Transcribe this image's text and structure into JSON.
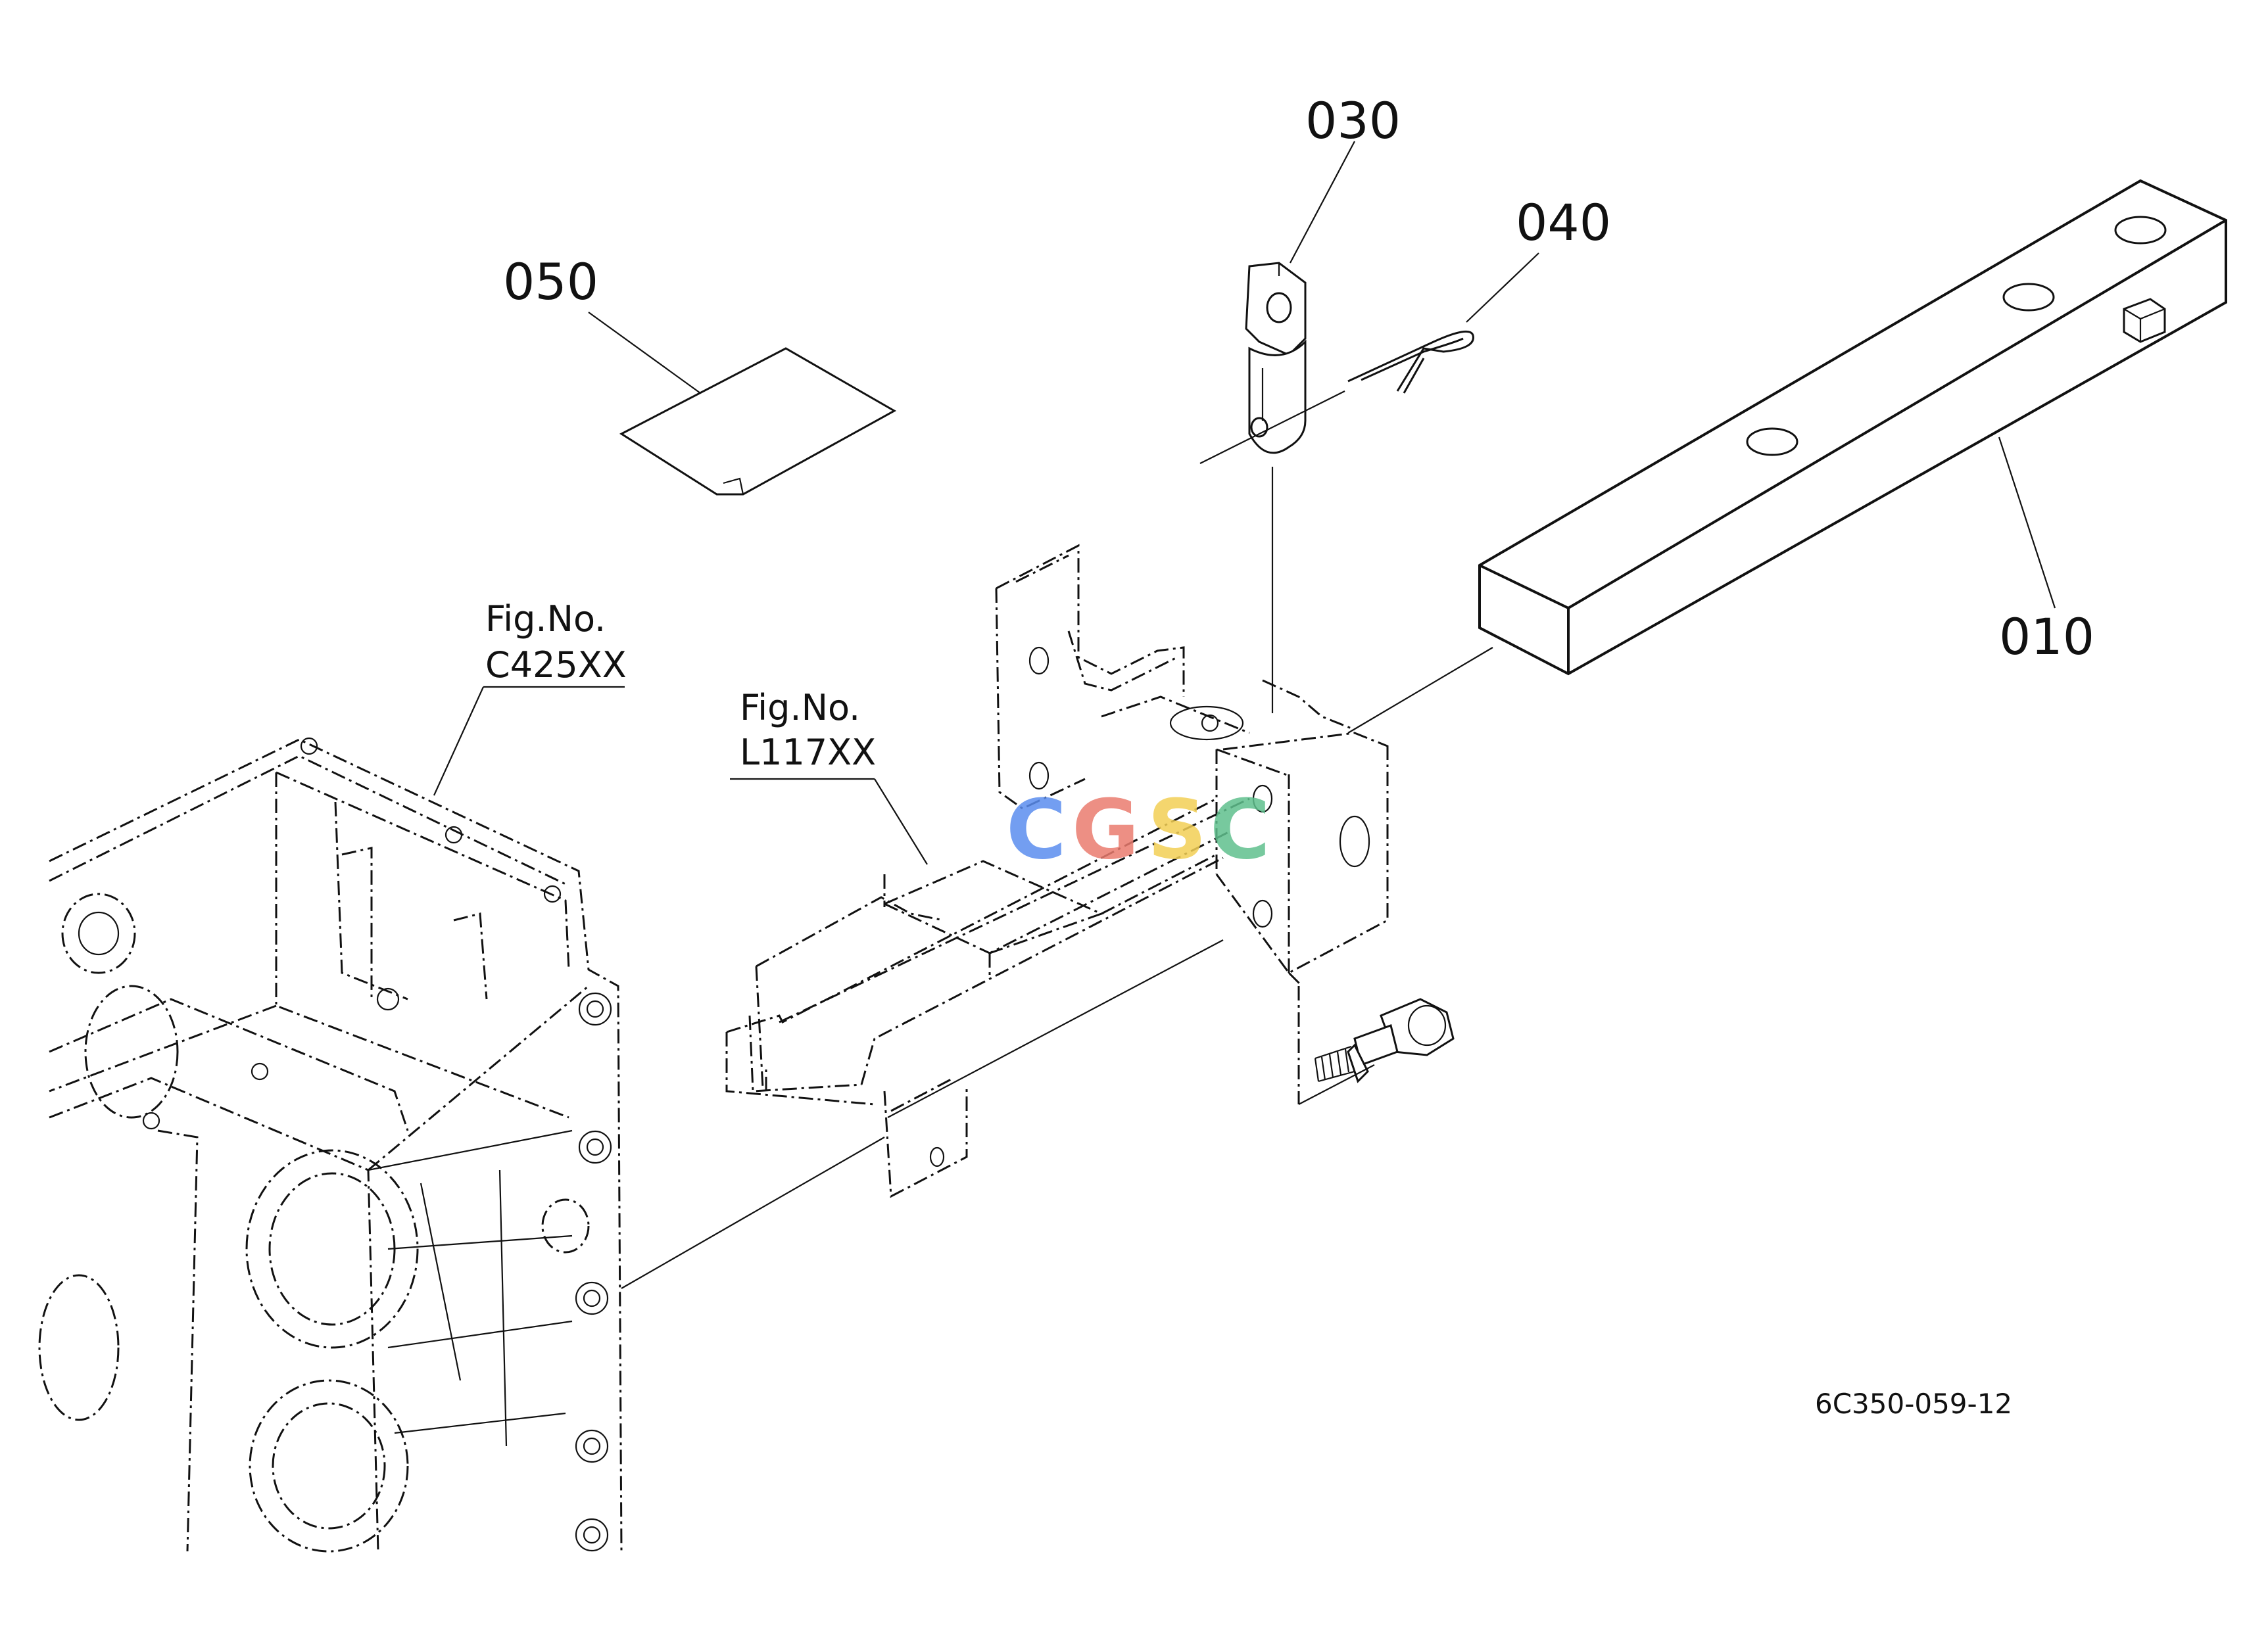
{
  "callouts": {
    "part_010": "010",
    "part_030": "030",
    "part_040": "040",
    "part_050": "050"
  },
  "references": {
    "c425": {
      "line1": "Fig.No.",
      "line2": "C425XX"
    },
    "l117": {
      "line1": "Fig.No.",
      "line2": "L117XX"
    }
  },
  "drawing_code": "6C350-059-12",
  "watermark": {
    "letters": [
      "C",
      "G",
      "S",
      "C"
    ],
    "colors": [
      "#5b8def",
      "#ea7b6f",
      "#f2cf55",
      "#5fbf8d"
    ]
  },
  "colors": {
    "line": "#111111",
    "background": "#ffffff"
  }
}
